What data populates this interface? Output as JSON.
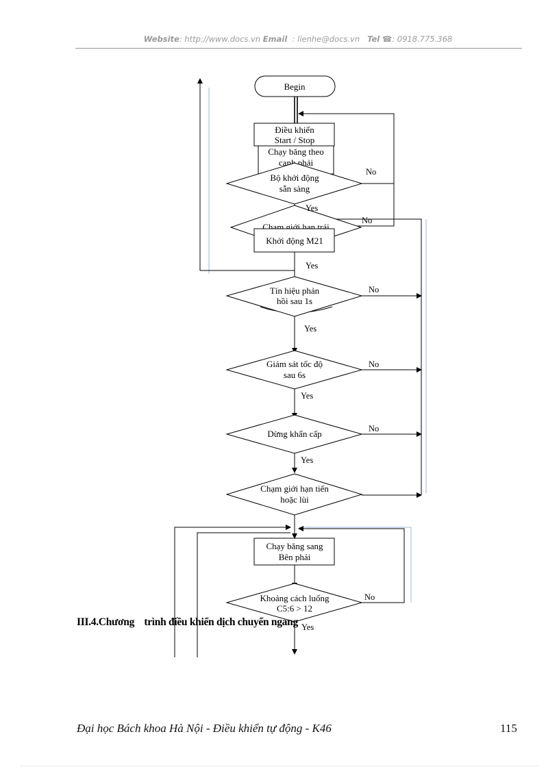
{
  "header": {
    "website_label": "Website",
    "website_value": ": http://www.docs.vn",
    "email_label": "Email",
    "email_value": ": lienhe@docs.vn",
    "tel_label": "Tel",
    "tel_icon": "phone-icon",
    "tel_value": ": 0918.775.368"
  },
  "flowchart": {
    "begin": "Begin",
    "start_stop": [
      "Điều khiển",
      "Start / Stop"
    ],
    "run_belt_left": [
      "Chạy băng theo",
      "canh phải"
    ],
    "ready": [
      "Bộ khởi động",
      "sẵn sàng"
    ],
    "touch_left_limit": "Chạm giới hạn trái",
    "start_m21": "Khởi động M21",
    "feedback": [
      "Tín hiệu phản",
      "hồi sau 1s"
    ],
    "speed_monitor": [
      "Giám sát tốc độ",
      "sau 6s"
    ],
    "emergency_stop": "Dừng khẩn cấp",
    "touch_limit": [
      "Chạm giới hạn tiến",
      "hoặc lùi"
    ],
    "run_belt_right": [
      "Chạy băng sang",
      "Bên phải"
    ],
    "distance": [
      "Khoảng cách luống",
      "C5:6 > 12"
    ],
    "yes": "Yes",
    "no": "No"
  },
  "section_heading": "III.4.Chương    trình điều khiển dịch chuyển ngang",
  "footer": {
    "left": "Đại học Bách khoa Hà Nội - Điều khiển tự động - K46",
    "page_number": "115"
  }
}
